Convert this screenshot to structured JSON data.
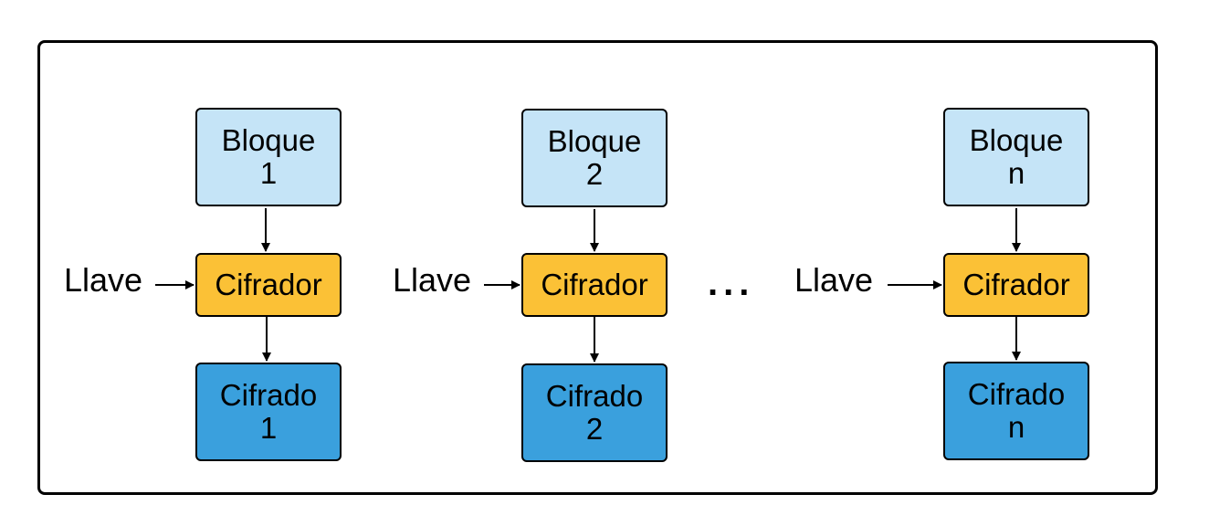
{
  "colors": {
    "block_fill": "#c5e4f7",
    "cipher_fill": "#fbc136",
    "output_fill": "#3aa0dd",
    "stroke": "#000000"
  },
  "columns": [
    {
      "block": [
        "Bloque",
        "1"
      ],
      "key": "Llave",
      "cipher": "Cifrador",
      "output": [
        "Cifrado",
        "1"
      ]
    },
    {
      "block": [
        "Bloque",
        "2"
      ],
      "key": "Llave",
      "cipher": "Cifrador",
      "output": [
        "Cifrado",
        "2"
      ]
    },
    {
      "block": [
        "Bloque",
        "n"
      ],
      "key": "Llave",
      "cipher": "Cifrador",
      "output": [
        "Cifrado",
        "n"
      ]
    }
  ],
  "ellipsis": "..."
}
